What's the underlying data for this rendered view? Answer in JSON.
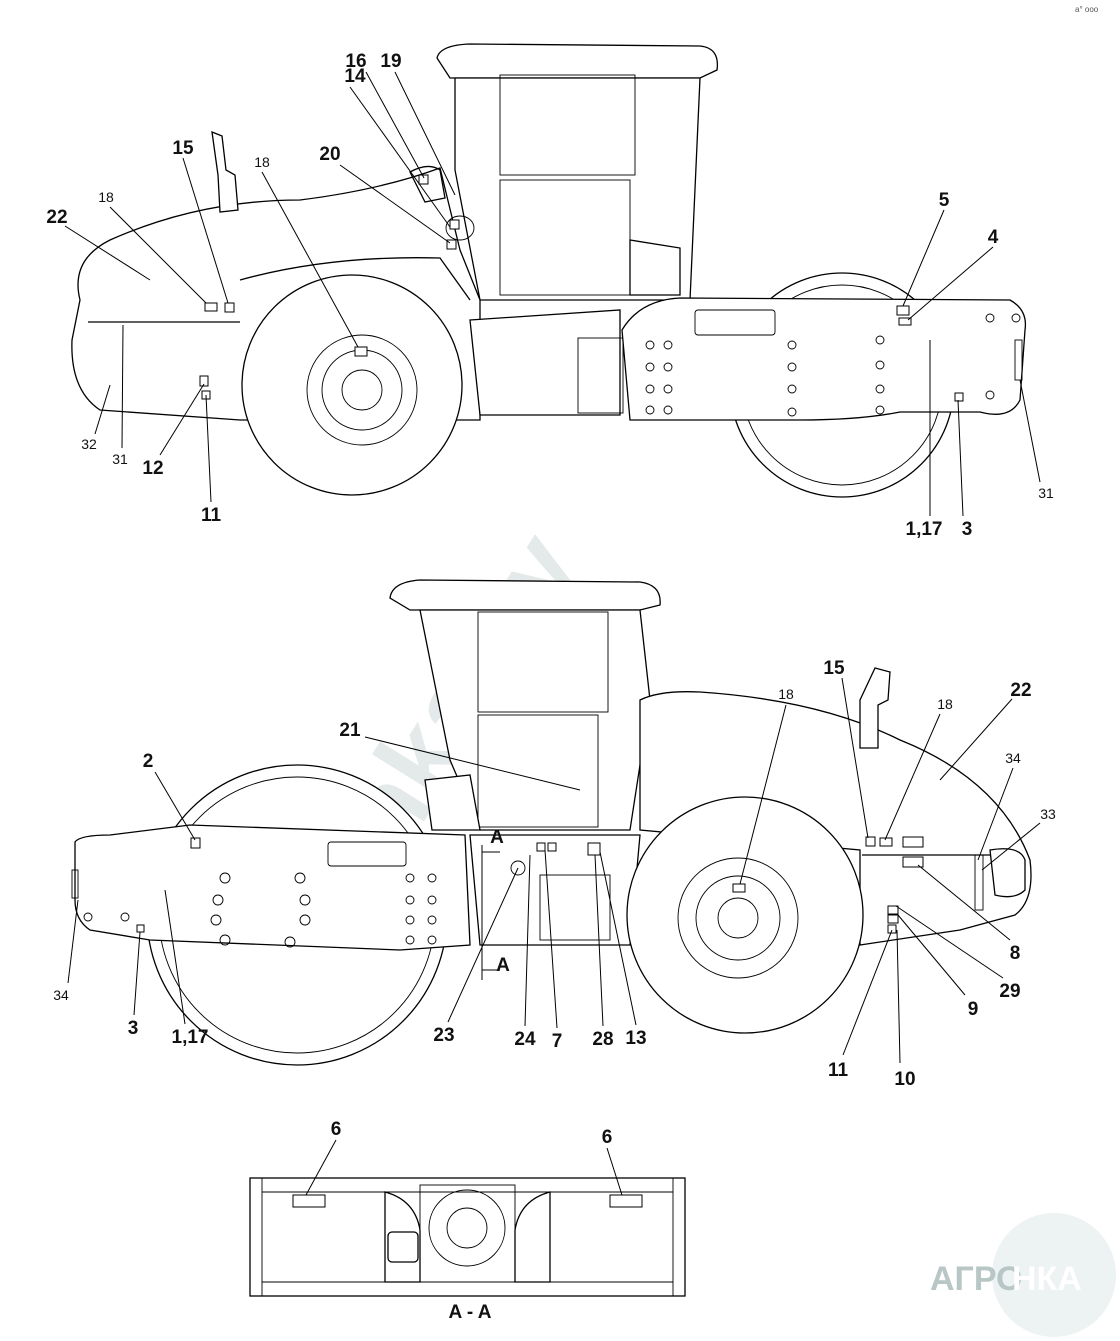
{
  "callouts": [
    "14",
    "16",
    "19",
    "15",
    "20",
    "18",
    "18",
    "22",
    "5",
    "4",
    "32",
    "31",
    "12",
    "11",
    "31",
    "1,17",
    "3",
    "21",
    "18",
    "15",
    "18",
    "22",
    "34",
    "33",
    "2",
    "A",
    "A",
    "34",
    "3",
    "1,17",
    "23",
    "24",
    "7",
    "28",
    "13",
    "8",
    "29",
    "9",
    "11",
    "10",
    "6",
    "6",
    "A - A"
  ],
  "watermark": "nka.by",
  "logo": {
    "left": "АГРО",
    "right": "НКА"
  },
  "corner_mark": "a° ooo"
}
